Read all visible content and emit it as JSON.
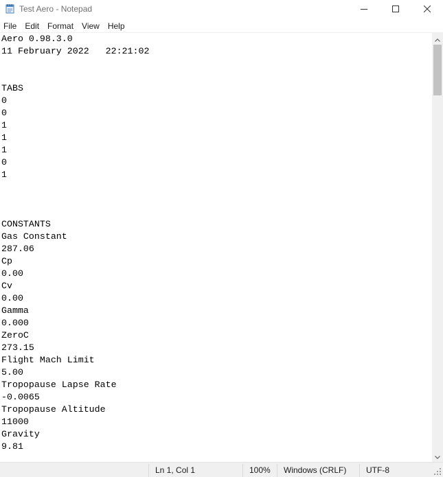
{
  "window": {
    "title": "Test Aero - Notepad",
    "app_icon": "notepad-icon",
    "controls": {
      "minimize_icon": "minimize-icon",
      "maximize_icon": "maximize-icon",
      "close_icon": "close-icon"
    }
  },
  "menu": {
    "items": [
      {
        "label": "File"
      },
      {
        "label": "Edit"
      },
      {
        "label": "Format"
      },
      {
        "label": "View"
      },
      {
        "label": "Help"
      }
    ]
  },
  "document": {
    "content": "Aero 0.98.3.0\n11 February 2022   22:21:02\n\n\nTABS\n0\n0\n1\n1\n1\n0\n1\n\n\n\nCONSTANTS\nGas Constant\n287.06\nCp\n0.00\nCv\n0.00\nGamma\n0.000\nZeroC\n273.15\nFlight Mach Limit\n5.00\nTropopause Lapse Rate\n-0.0065\nTropopause Altitude\n11000\nGravity\n9.81"
  },
  "status": {
    "position": "Ln 1, Col 1",
    "zoom": "100%",
    "line_ending": "Windows (CRLF)",
    "encoding": "UTF-8"
  },
  "colors": {
    "background": "#ffffff",
    "chrome": "#f0f0f0",
    "text": "#000000",
    "title_text": "#6f6f6f",
    "scroll_thumb": "#c2c2c2"
  }
}
